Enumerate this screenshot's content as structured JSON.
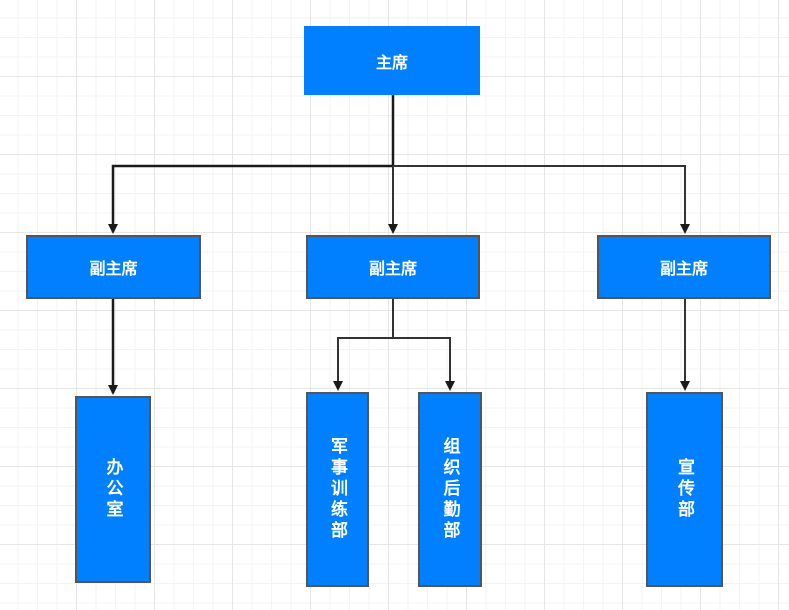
{
  "org_chart": {
    "root": {
      "label": "主席"
    },
    "vice_chairs": [
      {
        "label": "副主席"
      },
      {
        "label": "副主席"
      },
      {
        "label": "副主席"
      }
    ],
    "departments": [
      {
        "label": "办公室"
      },
      {
        "label": "军事训练部"
      },
      {
        "label": "组织后勤部"
      },
      {
        "label": "宣传部"
      }
    ]
  },
  "colors": {
    "node_fill": "#007fff",
    "node_border": "#555555",
    "node_text": "#ffffff",
    "connector": "#333333"
  }
}
